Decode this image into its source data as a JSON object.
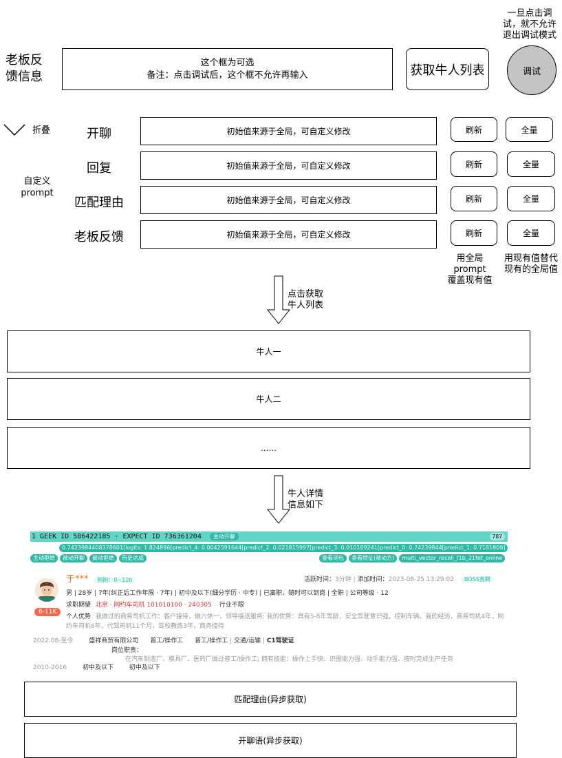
{
  "top": {
    "section_label": "老板反馈信息",
    "optional_box_line1": "这个框为可选",
    "optional_box_line2": "备注：点击调试后，这个框不允许再输入",
    "fetch_button": "获取牛人列表",
    "debug_note": "一旦点击调试，就不允许退出调试模式",
    "debug_button": "调试"
  },
  "prompts": {
    "collapse_label": "折叠",
    "custom_label_line1": "自定义",
    "custom_label_line2": "prompt",
    "items": [
      {
        "label": "开聊",
        "value": "初始值来源于全局，可自定义修改",
        "refresh": "刷新",
        "full": "全量"
      },
      {
        "label": "回复",
        "value": "初始值来源于全局，可自定义修改",
        "refresh": "刷新",
        "full": "全量"
      },
      {
        "label": "匹配理由",
        "value": "初始值来源于全局，可自定义修改",
        "refresh": "刷新",
        "full": "全量"
      },
      {
        "label": "老板反馈",
        "value": "初始值来源于全局，可自定义修改",
        "refresh": "刷新",
        "full": "全量"
      }
    ],
    "refresh_note_line1": "用全局prompt",
    "refresh_note_line2": "覆盖现有值",
    "full_note_line1": "用现有值替代",
    "full_note_line2": "现有的全局值"
  },
  "arrow1": {
    "line1": "点击获取",
    "line2": "牛人列表"
  },
  "candidates": [
    "牛人一",
    "牛人二",
    "......"
  ],
  "arrow2": {
    "line1": "牛人详情",
    "line2": "信息如下"
  },
  "card": {
    "header": "1 GEEK ID 586422185  · EXPECT ID 736361204",
    "header_tag": "主动开聊",
    "header_badge": "787",
    "logits": "0.7423984408378601[logits: 1.824896[predict_4: 0.0042591644[predict_2: 0.021815997[predict_3: 0.010109241[predict_0: 0.74239844[predict_1: 0.7181809]",
    "tags_left": [
      "主动拒绝",
      "被动开聊",
      "被动拒绝",
      "历史达成"
    ],
    "tags_right": [
      "查看词包",
      "查看特征(被动方)",
      "multi_vector_recall_f1b_21fet_online"
    ],
    "name": "于***",
    "active_tag": "刚刚：0~12h",
    "active_time_label": "活跃时间：",
    "active_time": "3分钟",
    "add_time_label": "添加时间：",
    "add_time": "2023-08-25 13:29:02",
    "boss_tag": "BOSS直聘",
    "basic_info": "男  |  28岁  |  7年(纠正后工作年限 · 7年)  |  初中及以下(细分学历 · 中专)  |  已离职，随时可以到岗  |  全职  |  公司等级 · 12",
    "expect_label": "求职期望",
    "expect_value": "北京 · 网约车司机  101010100 · 240305",
    "expect_industry": "行业不限",
    "salary": "6-11K",
    "advantage_label": "个人优势",
    "advantage_text": "我做过的商务司机工作：客户接待，做六休一，领导接送服务; 我的优势：具有5-8年驾龄，安全驾驶意识强，控制车辆。我的经验，商务司机4年，网",
    "advantage_text2": "约车司机6年，代驾司机11个月，驾校教练3年，商务接待",
    "work_period": "2022.08-至今",
    "work_company": "盛祥商贸有限公司",
    "work_role1": "普工/操作工",
    "work_role2": "普工/操作工",
    "work_industry": "交通/运输",
    "work_license": "C1驾驶证",
    "duty_label": "岗位职责：",
    "duty_text": "在汽车制造厂、模具厂、医药厂做过普工/操作工; 拥有技能：操作上手快、识图能力强、动手能力强、按时完成生产任务",
    "edu_period": "2010-2016",
    "edu_1": "初中及以下",
    "edu_2": "初中及以下"
  },
  "bottom": {
    "match_reason": "匹配理由(异步获取)",
    "chat_opener": "开聊语(异步获取)"
  }
}
